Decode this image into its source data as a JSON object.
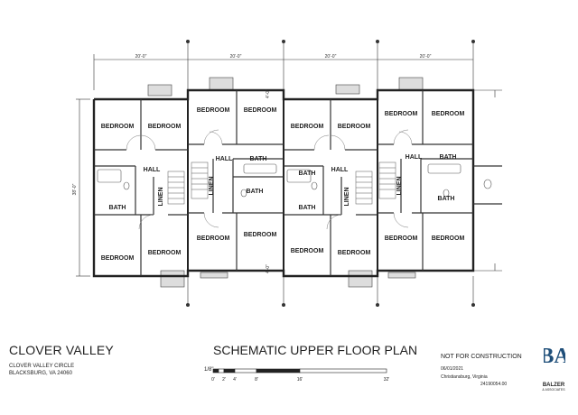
{
  "dimensions": {
    "top": [
      "20'-0\"",
      "20'-0\"",
      "20'-0\"",
      "20'-0\""
    ],
    "left": "38'-0\"",
    "small_top": "4'-0\"",
    "small_bottom": "4'-0\""
  },
  "rooms": {
    "bedroom": "BEDROOM",
    "bath": "BATH",
    "hall": "HALL",
    "linen": "LINEN"
  },
  "title_block": {
    "project_name": "CLOVER VALLEY",
    "address_line1": "CLOVER VALLEY CIRCLE",
    "address_line2": "BLACKSBURG, VA 24060",
    "sheet_title": "SCHEMATIC UPPER FLOOR PLAN",
    "scale_label": "1/8\"",
    "scale_ticks": [
      "0'",
      "2'",
      "4'",
      "8'",
      "16'",
      "32'"
    ],
    "disclaimer": "NOT FOR CONSTRUCTION",
    "date": "06/01/2021",
    "location": "Christiansburg, Virginia",
    "job_number": "24190054.00",
    "firm_name": "BALZER",
    "firm_sub": "& ASSOCIATES",
    "logo_letters": "BA"
  }
}
